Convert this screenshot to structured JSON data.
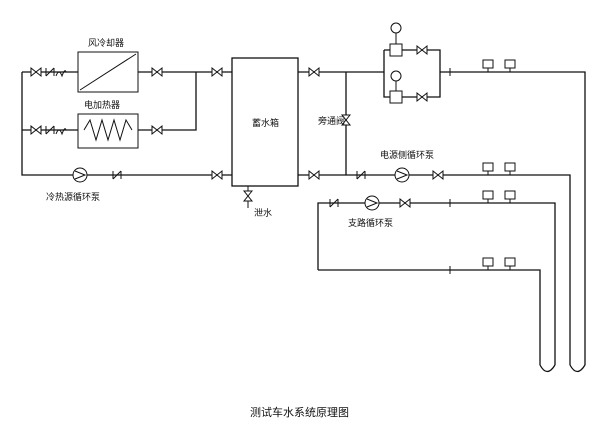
{
  "diagram": {
    "caption": "测试车水系统原理图",
    "labels": {
      "air_cooler": "风冷却器",
      "electric_heater": "电加热器",
      "storage_tank": "蓄水箱",
      "bypass_valve": "旁通阀",
      "cold_heat_pump": "冷热源循环泵",
      "drain": "泄水",
      "supply_pump": "电源侧循环泵",
      "branch_pump": "支路循环泵"
    }
  }
}
